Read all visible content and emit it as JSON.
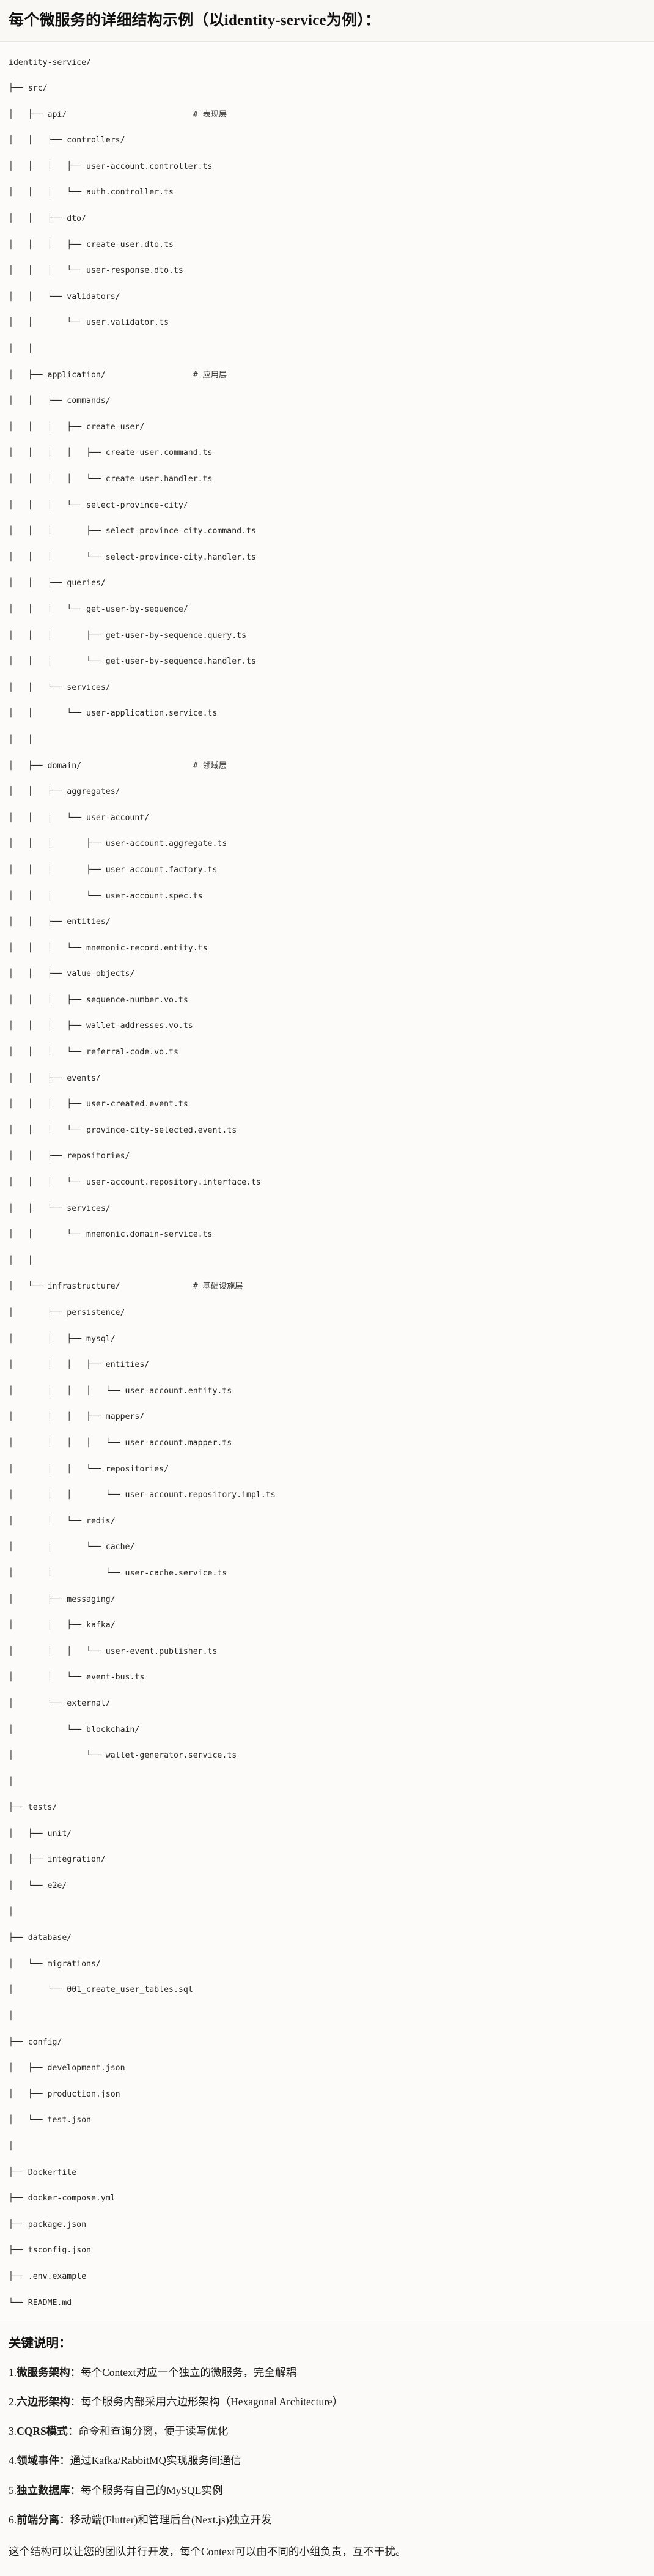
{
  "header": {
    "title": "每个微服务的详细结构示例（以identity-service为例）："
  },
  "tree": {
    "root": "identity-service/",
    "lines": [
      {
        "prefix": "",
        "label": "identity-service/",
        "comment": ""
      },
      {
        "prefix": "├── ",
        "label": "src/",
        "comment": ""
      },
      {
        "prefix": "│   ├── ",
        "label": "api/",
        "comment": "# 表现层"
      },
      {
        "prefix": "│   │   ├── ",
        "label": "controllers/",
        "comment": ""
      },
      {
        "prefix": "│   │   │   ├── ",
        "label": "user-account.controller.ts",
        "comment": ""
      },
      {
        "prefix": "│   │   │   └── ",
        "label": "auth.controller.ts",
        "comment": ""
      },
      {
        "prefix": "│   │   ├── ",
        "label": "dto/",
        "comment": ""
      },
      {
        "prefix": "│   │   │   ├── ",
        "label": "create-user.dto.ts",
        "comment": ""
      },
      {
        "prefix": "│   │   │   └── ",
        "label": "user-response.dto.ts",
        "comment": ""
      },
      {
        "prefix": "│   │   └── ",
        "label": "validators/",
        "comment": ""
      },
      {
        "prefix": "│   │       └── ",
        "label": "user.validator.ts",
        "comment": ""
      },
      {
        "prefix": "│   │",
        "label": "",
        "comment": ""
      },
      {
        "prefix": "│   ├── ",
        "label": "application/",
        "comment": "# 应用层"
      },
      {
        "prefix": "│   │   ├── ",
        "label": "commands/",
        "comment": ""
      },
      {
        "prefix": "│   │   │   ├── ",
        "label": "create-user/",
        "comment": ""
      },
      {
        "prefix": "│   │   │   │   ├── ",
        "label": "create-user.command.ts",
        "comment": ""
      },
      {
        "prefix": "│   │   │   │   └── ",
        "label": "create-user.handler.ts",
        "comment": ""
      },
      {
        "prefix": "│   │   │   └── ",
        "label": "select-province-city/",
        "comment": ""
      },
      {
        "prefix": "│   │   │       ├── ",
        "label": "select-province-city.command.ts",
        "comment": ""
      },
      {
        "prefix": "│   │   │       └── ",
        "label": "select-province-city.handler.ts",
        "comment": ""
      },
      {
        "prefix": "│   │   ├── ",
        "label": "queries/",
        "comment": ""
      },
      {
        "prefix": "│   │   │   └── ",
        "label": "get-user-by-sequence/",
        "comment": ""
      },
      {
        "prefix": "│   │   │       ├── ",
        "label": "get-user-by-sequence.query.ts",
        "comment": ""
      },
      {
        "prefix": "│   │   │       └── ",
        "label": "get-user-by-sequence.handler.ts",
        "comment": ""
      },
      {
        "prefix": "│   │   └── ",
        "label": "services/",
        "comment": ""
      },
      {
        "prefix": "│   │       └── ",
        "label": "user-application.service.ts",
        "comment": ""
      },
      {
        "prefix": "│   │",
        "label": "",
        "comment": ""
      },
      {
        "prefix": "│   ├── ",
        "label": "domain/",
        "comment": "# 领域层"
      },
      {
        "prefix": "│   │   ├── ",
        "label": "aggregates/",
        "comment": ""
      },
      {
        "prefix": "│   │   │   └── ",
        "label": "user-account/",
        "comment": ""
      },
      {
        "prefix": "│   │   │       ├── ",
        "label": "user-account.aggregate.ts",
        "comment": ""
      },
      {
        "prefix": "│   │   │       ├── ",
        "label": "user-account.factory.ts",
        "comment": ""
      },
      {
        "prefix": "│   │   │       └── ",
        "label": "user-account.spec.ts",
        "comment": ""
      },
      {
        "prefix": "│   │   ├── ",
        "label": "entities/",
        "comment": ""
      },
      {
        "prefix": "│   │   │   └── ",
        "label": "mnemonic-record.entity.ts",
        "comment": ""
      },
      {
        "prefix": "│   │   ├── ",
        "label": "value-objects/",
        "comment": ""
      },
      {
        "prefix": "│   │   │   ├── ",
        "label": "sequence-number.vo.ts",
        "comment": ""
      },
      {
        "prefix": "│   │   │   ├── ",
        "label": "wallet-addresses.vo.ts",
        "comment": ""
      },
      {
        "prefix": "│   │   │   └── ",
        "label": "referral-code.vo.ts",
        "comment": ""
      },
      {
        "prefix": "│   │   ├── ",
        "label": "events/",
        "comment": ""
      },
      {
        "prefix": "│   │   │   ├── ",
        "label": "user-created.event.ts",
        "comment": ""
      },
      {
        "prefix": "│   │   │   └── ",
        "label": "province-city-selected.event.ts",
        "comment": ""
      },
      {
        "prefix": "│   │   ├── ",
        "label": "repositories/",
        "comment": ""
      },
      {
        "prefix": "│   │   │   └── ",
        "label": "user-account.repository.interface.ts",
        "comment": ""
      },
      {
        "prefix": "│   │   └── ",
        "label": "services/",
        "comment": ""
      },
      {
        "prefix": "│   │       └── ",
        "label": "mnemonic.domain-service.ts",
        "comment": ""
      },
      {
        "prefix": "│   │",
        "label": "",
        "comment": ""
      },
      {
        "prefix": "│   └── ",
        "label": "infrastructure/",
        "comment": "# 基础设施层"
      },
      {
        "prefix": "│       ├── ",
        "label": "persistence/",
        "comment": ""
      },
      {
        "prefix": "│       │   ├── ",
        "label": "mysql/",
        "comment": ""
      },
      {
        "prefix": "│       │   │   ├── ",
        "label": "entities/",
        "comment": ""
      },
      {
        "prefix": "│       │   │   │   └── ",
        "label": "user-account.entity.ts",
        "comment": ""
      },
      {
        "prefix": "│       │   │   ├── ",
        "label": "mappers/",
        "comment": ""
      },
      {
        "prefix": "│       │   │   │   └── ",
        "label": "user-account.mapper.ts",
        "comment": ""
      },
      {
        "prefix": "│       │   │   └── ",
        "label": "repositories/",
        "comment": ""
      },
      {
        "prefix": "│       │   │       └── ",
        "label": "user-account.repository.impl.ts",
        "comment": ""
      },
      {
        "prefix": "│       │   └── ",
        "label": "redis/",
        "comment": ""
      },
      {
        "prefix": "│       │       └── ",
        "label": "cache/",
        "comment": ""
      },
      {
        "prefix": "│       │           └── ",
        "label": "user-cache.service.ts",
        "comment": ""
      },
      {
        "prefix": "│       ├── ",
        "label": "messaging/",
        "comment": ""
      },
      {
        "prefix": "│       │   ├── ",
        "label": "kafka/",
        "comment": ""
      },
      {
        "prefix": "│       │   │   └── ",
        "label": "user-event.publisher.ts",
        "comment": ""
      },
      {
        "prefix": "│       │   └── ",
        "label": "event-bus.ts",
        "comment": ""
      },
      {
        "prefix": "│       └── ",
        "label": "external/",
        "comment": ""
      },
      {
        "prefix": "│           └── ",
        "label": "blockchain/",
        "comment": ""
      },
      {
        "prefix": "│               └── ",
        "label": "wallet-generator.service.ts",
        "comment": ""
      },
      {
        "prefix": "│",
        "label": "",
        "comment": ""
      },
      {
        "prefix": "├── ",
        "label": "tests/",
        "comment": ""
      },
      {
        "prefix": "│   ├── ",
        "label": "unit/",
        "comment": ""
      },
      {
        "prefix": "│   ├── ",
        "label": "integration/",
        "comment": ""
      },
      {
        "prefix": "│   └── ",
        "label": "e2e/",
        "comment": ""
      },
      {
        "prefix": "│",
        "label": "",
        "comment": ""
      },
      {
        "prefix": "├── ",
        "label": "database/",
        "comment": ""
      },
      {
        "prefix": "│   └── ",
        "label": "migrations/",
        "comment": ""
      },
      {
        "prefix": "│       └── ",
        "label": "001_create_user_tables.sql",
        "comment": ""
      },
      {
        "prefix": "│",
        "label": "",
        "comment": ""
      },
      {
        "prefix": "├── ",
        "label": "config/",
        "comment": ""
      },
      {
        "prefix": "│   ├── ",
        "label": "development.json",
        "comment": ""
      },
      {
        "prefix": "│   ├── ",
        "label": "production.json",
        "comment": ""
      },
      {
        "prefix": "│   └── ",
        "label": "test.json",
        "comment": ""
      },
      {
        "prefix": "│",
        "label": "",
        "comment": ""
      },
      {
        "prefix": "├── ",
        "label": "Dockerfile",
        "comment": ""
      },
      {
        "prefix": "├── ",
        "label": "docker-compose.yml",
        "comment": ""
      },
      {
        "prefix": "├── ",
        "label": "package.json",
        "comment": ""
      },
      {
        "prefix": "├── ",
        "label": "tsconfig.json",
        "comment": ""
      },
      {
        "prefix": "├── ",
        "label": ".env.example",
        "comment": ""
      },
      {
        "prefix": "└── ",
        "label": "README.md",
        "comment": ""
      }
    ],
    "comment_column": 38
  },
  "notes": {
    "title": "关键说明：",
    "items": [
      {
        "index": "1.",
        "term": "微服务架构",
        "sep": "：",
        "desc": "每个Context对应一个独立的微服务，完全解耦"
      },
      {
        "index": "2.",
        "term": "六边形架构",
        "sep": "：",
        "desc": "每个服务内部采用六边形架构（Hexagonal Architecture）"
      },
      {
        "index": "3.",
        "term": "CQRS模式",
        "sep": "：",
        "desc": "命令和查询分离，便于读写优化"
      },
      {
        "index": "4.",
        "term": "领域事件",
        "sep": "：",
        "desc": "通过Kafka/RabbitMQ实现服务间通信"
      },
      {
        "index": "5.",
        "term": "独立数据库",
        "sep": "：",
        "desc": "每个服务有自己的MySQL实例"
      },
      {
        "index": "6.",
        "term": "前端分离",
        "sep": "：",
        "desc": "移动端(Flutter)和管理后台(Next.js)独立开发"
      }
    ],
    "closing": "这个结构可以让您的团队并行开发，每个Context可以由不同的小组负责，互不干扰。"
  },
  "colors": {
    "page_bg": "#fbfaf8",
    "header_bg": "#f9f8f5",
    "tree_bg": "#fcfbf9",
    "text": "#1f1f1f",
    "divider": "#e6e4df"
  }
}
